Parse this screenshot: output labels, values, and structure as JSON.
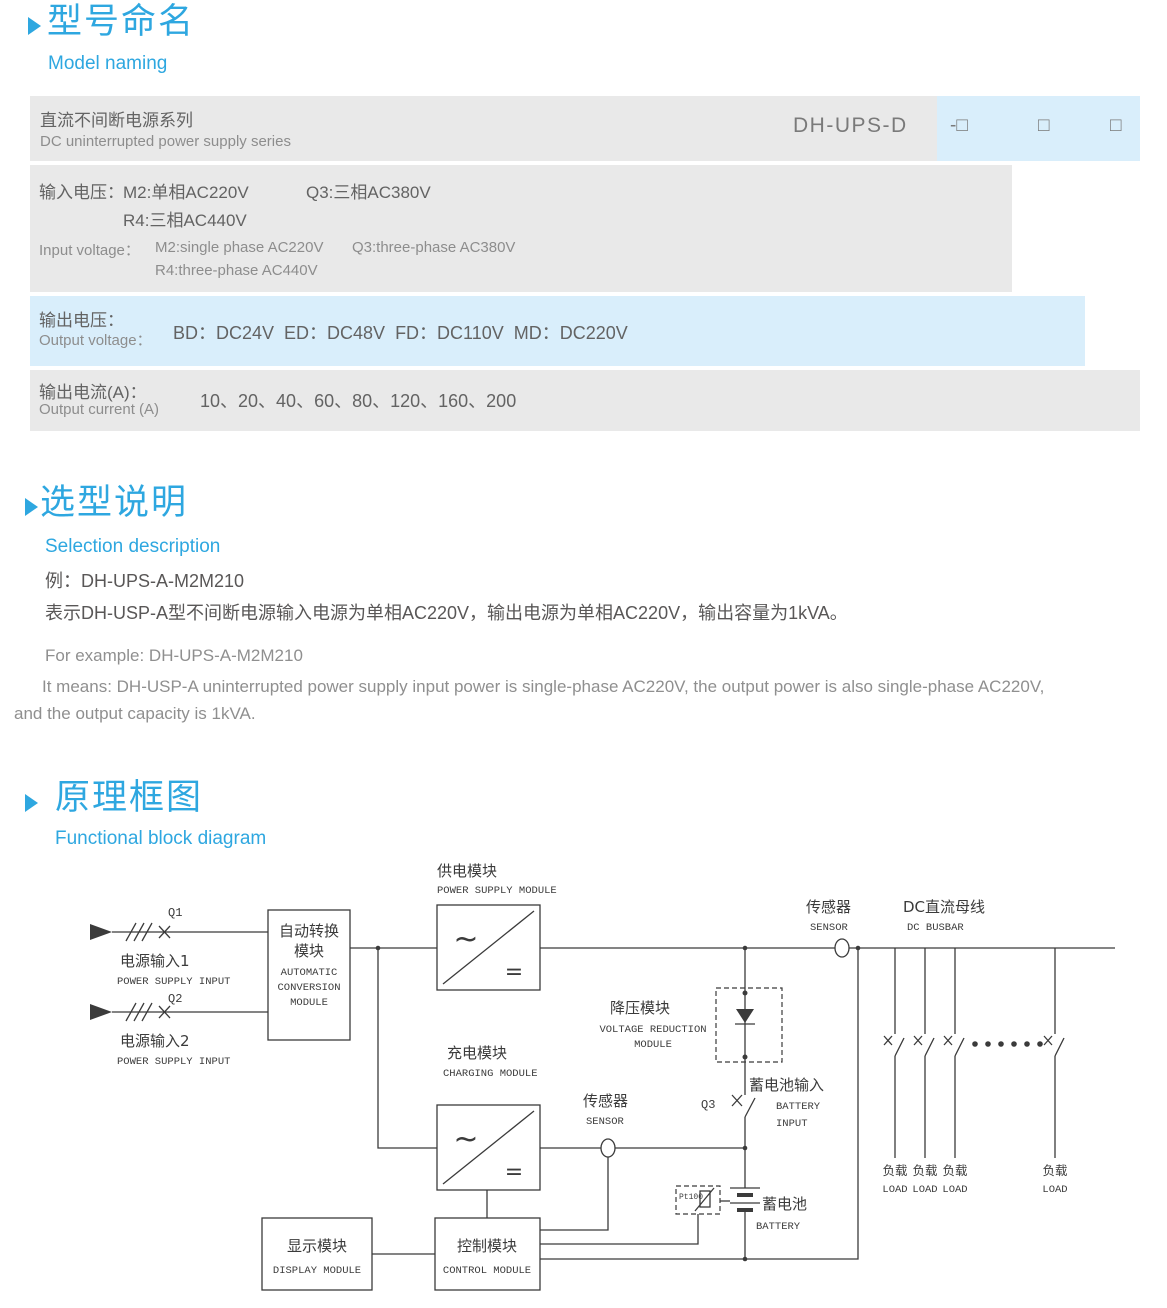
{
  "model": {
    "title": "型号命名",
    "subtitle": "Model naming",
    "series_cn": "直流不间断电源系列",
    "series_en": "DC uninterrupted power supply series",
    "code": "DH-UPS-D",
    "slots": [
      "-□",
      "□",
      "□"
    ],
    "input_label_cn": "输入电压：",
    "input_m2_cn": "M2:单相AC220V",
    "input_q3_cn": "Q3:三相AC380V",
    "input_r4_cn": "R4:三相AC440V",
    "input_label_en": "Input voltage：",
    "input_m2_en": "M2:single phase AC220V",
    "input_q3_en": "Q3:three-phase AC380V",
    "input_r4_en": "R4:three-phase AC440V",
    "outv_label_cn": "输出电压：",
    "outv_label_en": "Output voltage：",
    "outv_values": "BD：DC24V  ED：DC48V  FD：DC110V  MD：DC220V",
    "outc_label_cn": "输出电流(A)：",
    "outc_label_en": "Output current (A)",
    "outc_values": "10、20、40、60、80、120、160、200"
  },
  "selection": {
    "title": "选型说明",
    "subtitle": "Selection description",
    "example_cn": "例：DH-UPS-A-M2M210",
    "desc_cn": "表示DH-USP-A型不间断电源输入电源为单相AC220V，输出电源为单相AC220V，输出容量为1kVA。",
    "example_en": "For example: DH-UPS-A-M2M210",
    "desc_en_line1": "It means: DH-USP-A uninterrupted power supply input power is single-phase AC220V, the output power is also single-phase AC220V,",
    "desc_en_line2": "and the output capacity is 1kVA."
  },
  "diagram": {
    "title": "原理框图",
    "subtitle": "Functional block diagram",
    "psm_cn": "供电模块",
    "psm_en": "POWER SUPPLY MODULE",
    "sensor_cn": "传感器",
    "sensor_en": "SENSOR",
    "busbar_cn": "DC直流母线",
    "busbar_en": "DC BUSBAR",
    "q1": "Q1",
    "q2": "Q2",
    "q3": "Q3",
    "in1_cn": "电源输入1",
    "in1_en": "POWER SUPPLY INPUT",
    "in2_cn": "电源输入2",
    "in2_en": "POWER SUPPLY INPUT",
    "acm_cn1": "自动转换",
    "acm_cn2": "模块",
    "acm_en1": "AUTOMATIC",
    "acm_en2": "CONVERSION",
    "acm_en3": "MODULE",
    "ac_symbol": "~",
    "dc_symbol": "=",
    "vrm_cn": "降压模块",
    "vrm_en1": "VOLTAGE REDUCTION",
    "vrm_en2": "MODULE",
    "chg_cn": "充电模块",
    "chg_en": "CHARGING MODULE",
    "sensor2_cn": "传感器",
    "sensor2_en": "SENSOR",
    "bat_in_cn": "蓄电池输入",
    "bat_in_en1": "BATTERY",
    "bat_in_en2": "INPUT",
    "bat_cn": "蓄电池",
    "bat_en": "BATTERY",
    "pt100": "Pt100",
    "disp_cn": "显示模块",
    "disp_en": "DISPLAY MODULE",
    "ctrl_cn": "控制模块",
    "ctrl_en": "CONTROL MODULE",
    "loads": [
      {
        "cn": "负载",
        "en": "LOAD"
      },
      {
        "cn": "负载",
        "en": "LOAD"
      },
      {
        "cn": "负载",
        "en": "LOAD"
      },
      {
        "cn": "负载",
        "en": "LOAD"
      }
    ]
  },
  "colors": {
    "accent_blue": "#2ea7e0",
    "row_gray": "#e9e9e9",
    "row_blue": "#d9eefb"
  }
}
